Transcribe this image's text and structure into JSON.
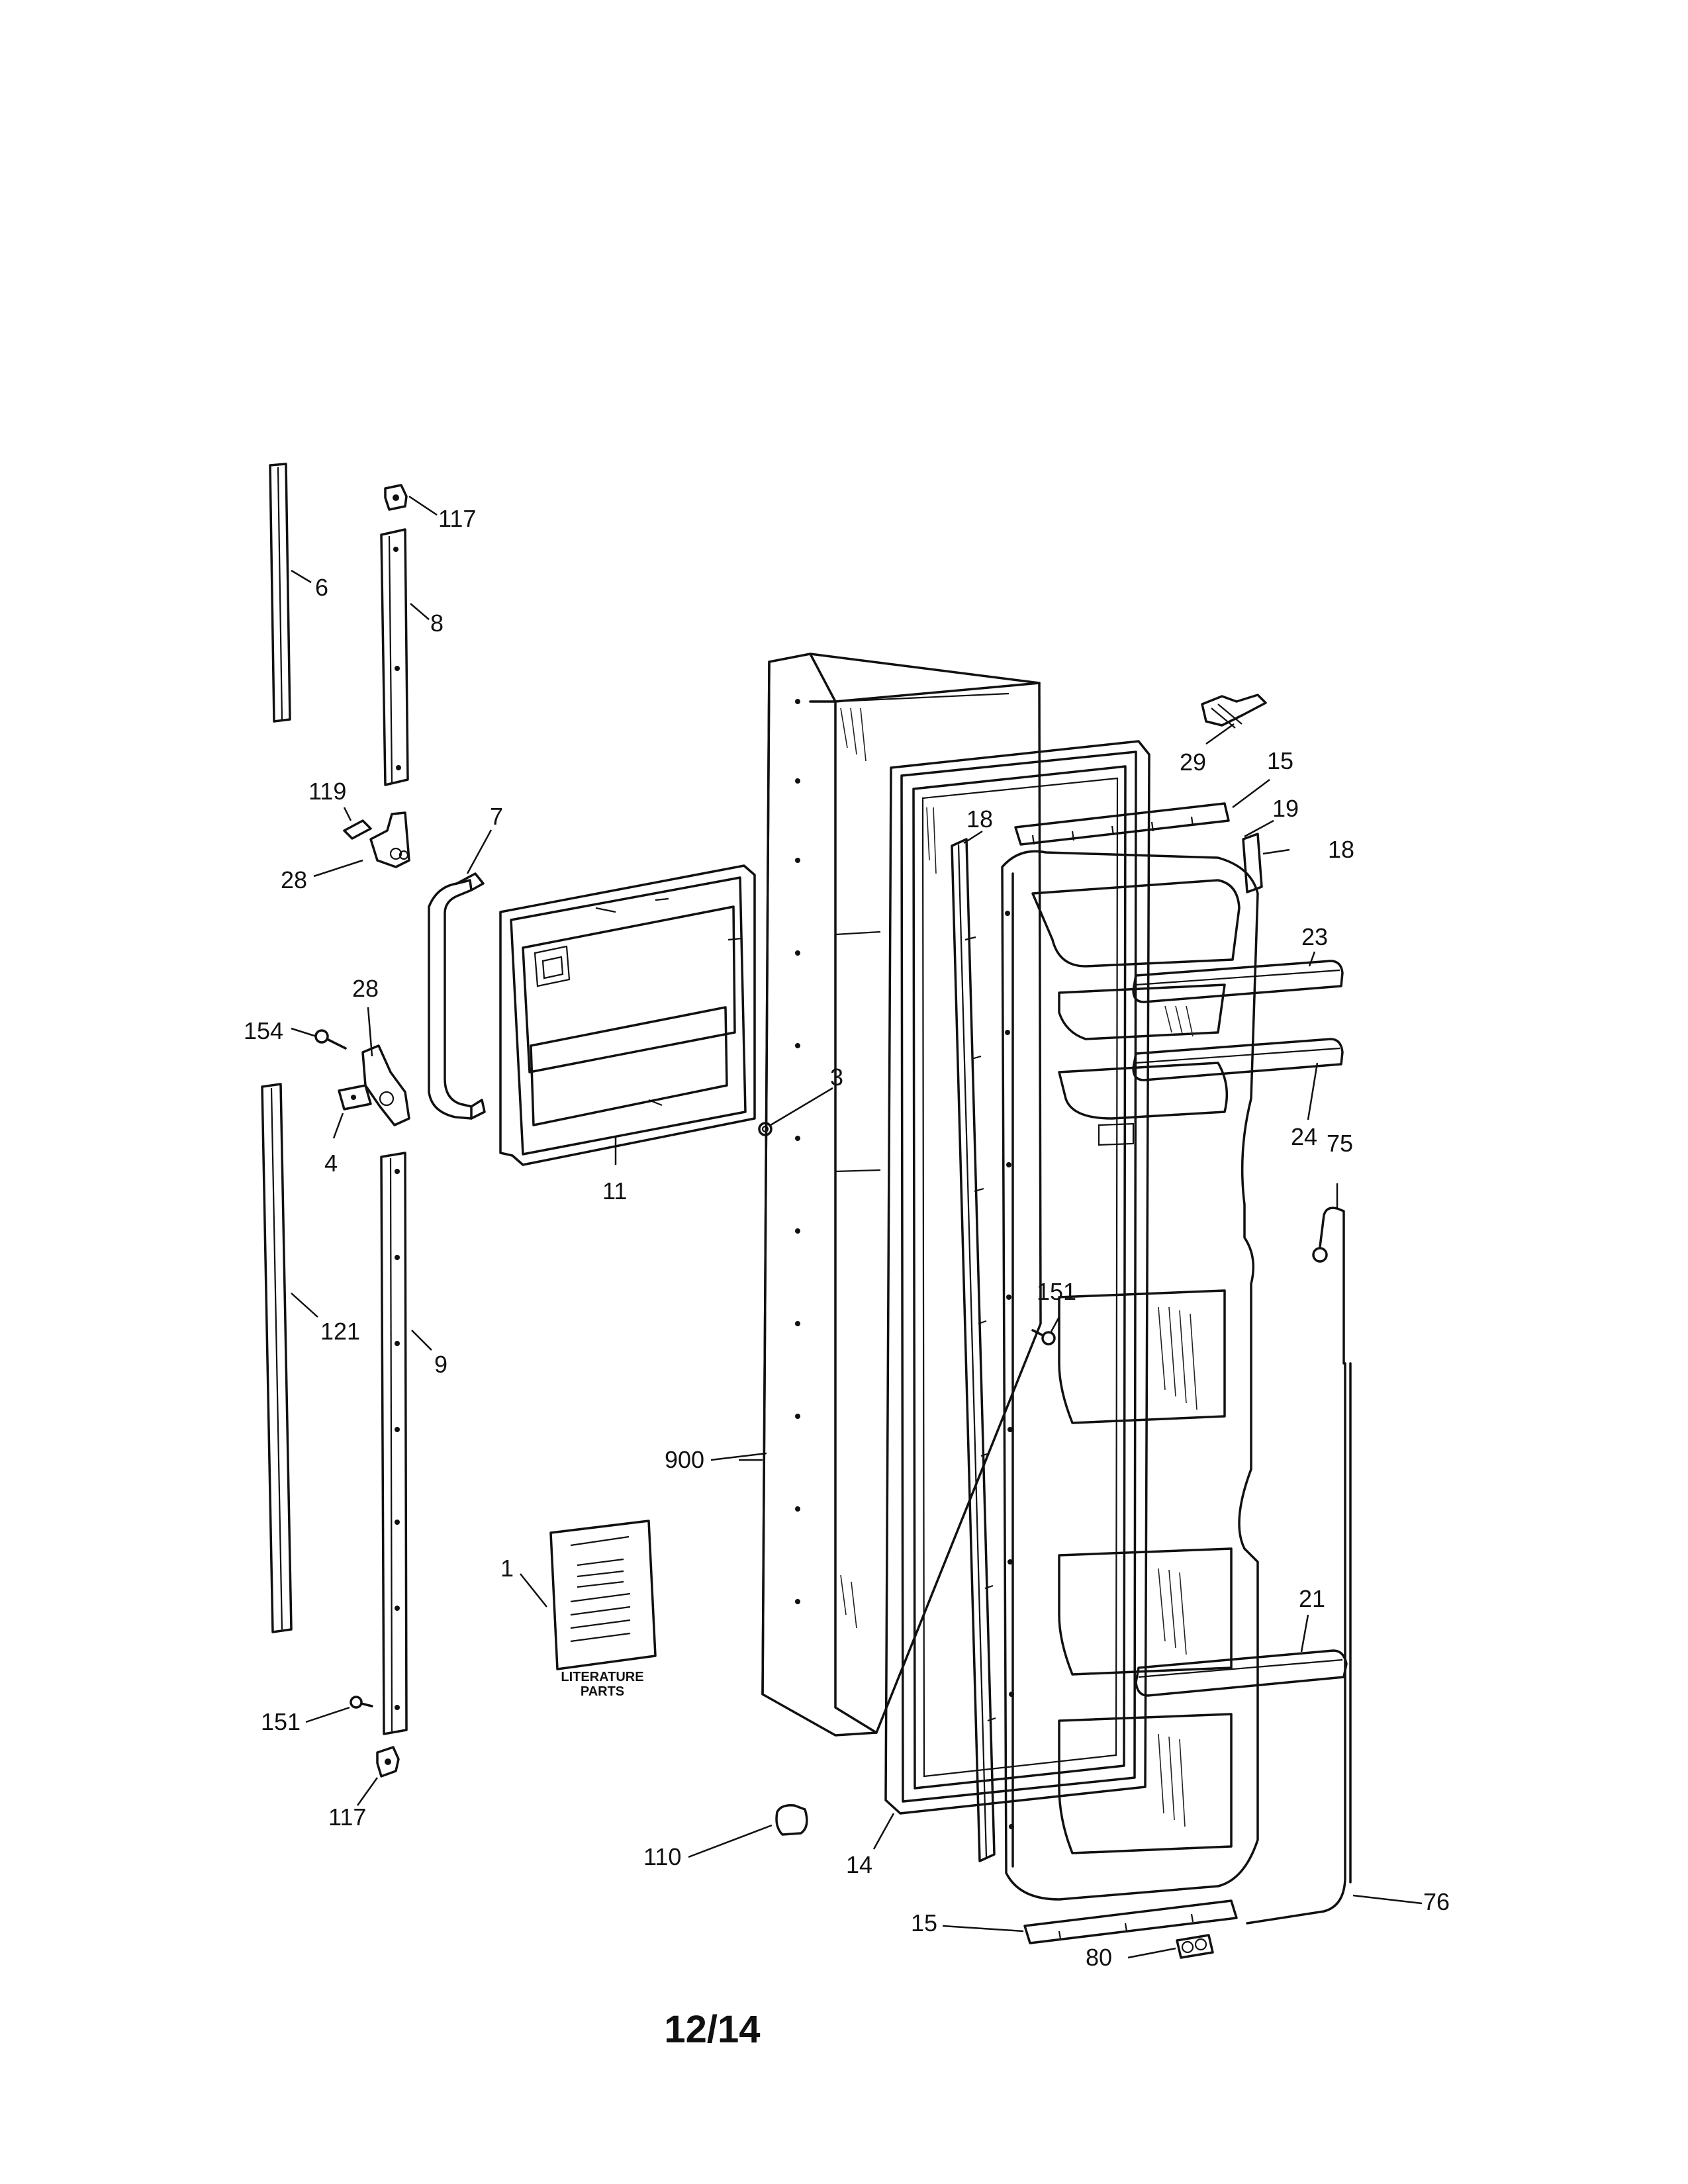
{
  "page_number": "12/14",
  "literature_label_line1": "LITERATURE",
  "literature_label_line2": "PARTS",
  "callouts": {
    "c117a": "117",
    "c6": "6",
    "c8": "8",
    "c119": "119",
    "c28a": "28",
    "c7": "7",
    "c28b": "28",
    "c154": "154",
    "c4": "4",
    "c11": "11",
    "c3": "3",
    "c121": "121",
    "c9": "9",
    "c900": "900",
    "c1": "1",
    "c151a": "151",
    "c117b": "117",
    "c110": "110",
    "c14": "14",
    "c29": "29",
    "c15a": "15",
    "c19": "19",
    "c18a": "18",
    "c18b": "18",
    "c23": "23",
    "c24": "24",
    "c75": "75",
    "c151b": "151",
    "c21": "21",
    "c15b": "15",
    "c80": "80",
    "c76": "76"
  }
}
